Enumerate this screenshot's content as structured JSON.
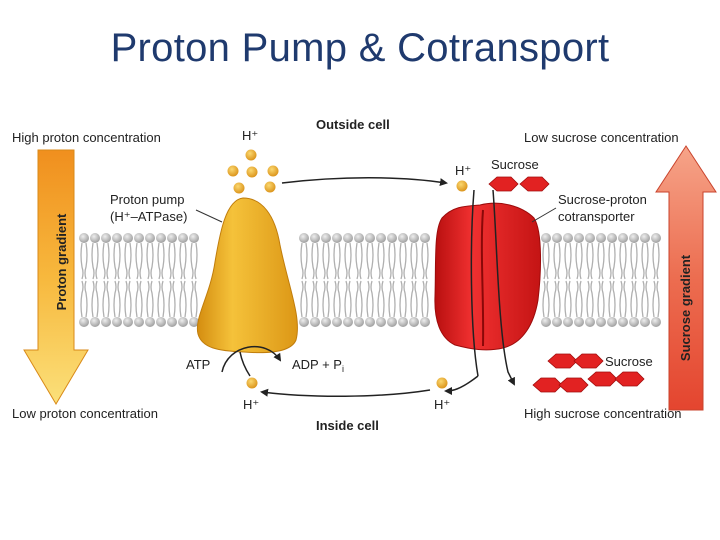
{
  "title": "Proton Pump & Cotransport",
  "labels": {
    "outside_cell": "Outside cell",
    "inside_cell": "Inside cell",
    "high_proton": "High proton concentration",
    "low_proton": "Low proton concentration",
    "proton_gradient": "Proton gradient",
    "proton_pump_line1": "Proton pump",
    "proton_pump_line2": "(H⁺–ATPase)",
    "h_plus_top_left": "H⁺",
    "h_plus_top_right": "H⁺",
    "h_plus_bottom_left": "H⁺",
    "h_plus_bottom_right": "H⁺",
    "atp": "ATP",
    "adp_pi": "ADP + P",
    "adp_pi_sub": "i",
    "sucrose_top": "Sucrose",
    "sucrose_bottom": "Sucrose",
    "cotransporter_line1": "Sucrose-proton",
    "cotransporter_line2": "cotransporter",
    "low_sucrose": "Low sucrose concentration",
    "high_sucrose": "High sucrose concentration",
    "sucrose_gradient": "Sucrose gradient"
  },
  "colors": {
    "title": "#1f3a6e",
    "proton": "#e6a72a",
    "pump": "#e8a91e",
    "cotransporter": "#dd1d1d",
    "sucrose": "#e22222",
    "lipid_head": "#b4b4b4",
    "proton_gradient_arrow": "#f5b53a",
    "sucrose_gradient_arrow": "#e8644a"
  }
}
